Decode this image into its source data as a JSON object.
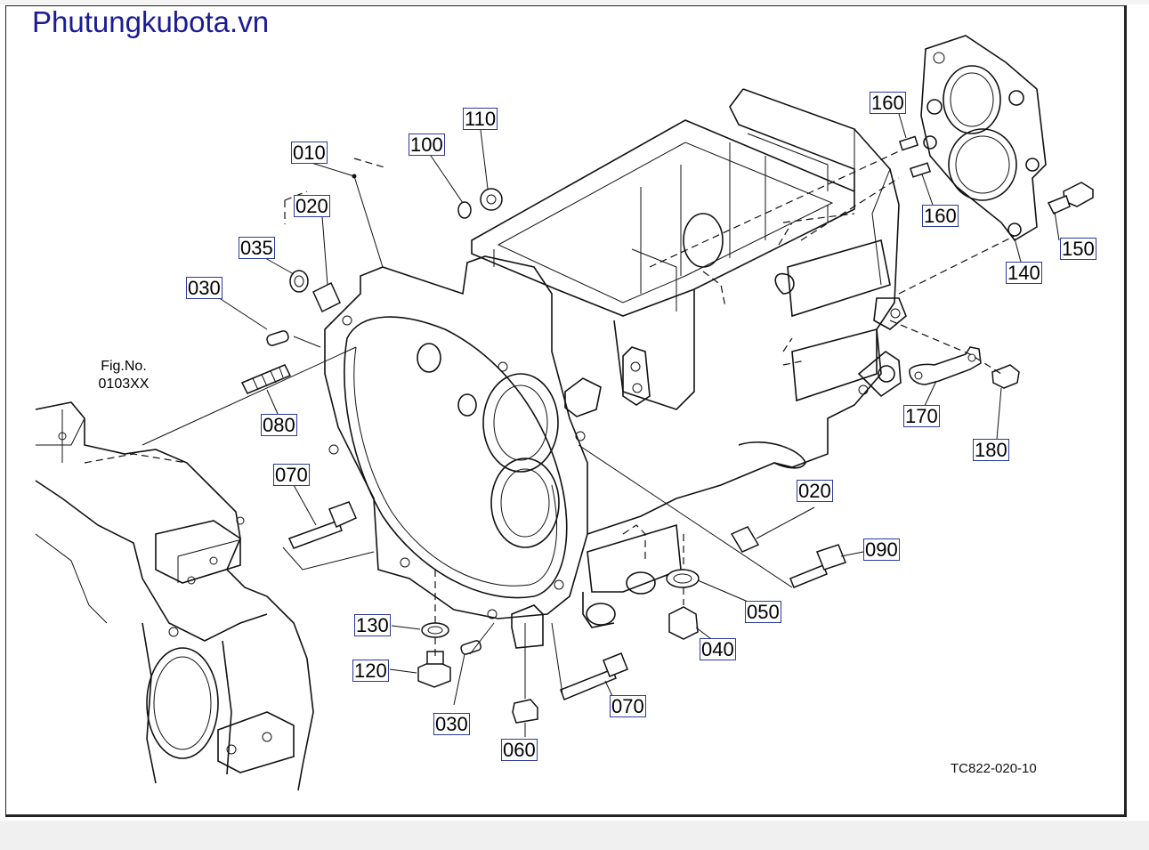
{
  "brand": "Phutungkubota.vn",
  "figure_ref": {
    "line1": "Fig.No.",
    "line2": "0103XX"
  },
  "drawing_code": "TC822-020-10",
  "callouts": {
    "c010": "010",
    "c020a": "020",
    "c035": "035",
    "c030a": "030",
    "c080": "080",
    "c070a": "070",
    "c100": "100",
    "c110": "110",
    "c160a": "160",
    "c160b": "160",
    "c150": "150",
    "c140": "140",
    "c170": "170",
    "c180": "180",
    "c020b": "020",
    "c090": "090",
    "c050": "050",
    "c040": "040",
    "c130": "130",
    "c120": "120",
    "c030b": "030",
    "c060": "060",
    "c070b": "070"
  }
}
